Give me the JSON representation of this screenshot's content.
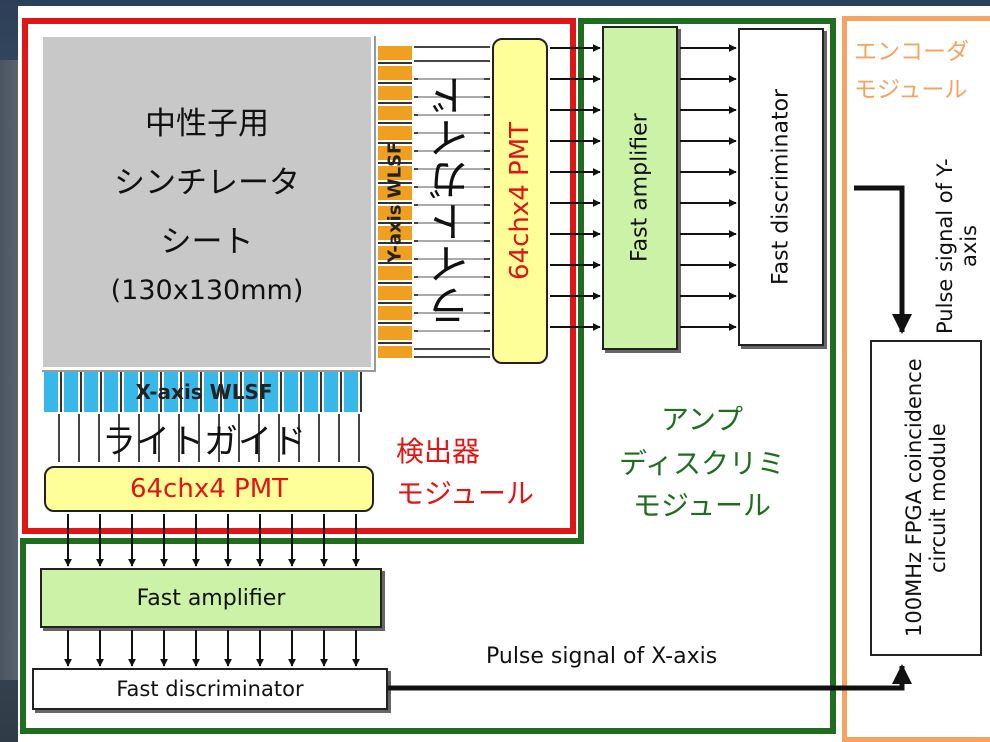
{
  "scintillator": {
    "line1": "中性子用",
    "line2": "シンチレータ",
    "line3": "シート",
    "line4": "(130x130mm)"
  },
  "detector": {
    "y_wlsf": "Y-axis WLSF",
    "x_wlsf": "X-axis WLSF",
    "light_guide_y": "ライトガイド",
    "light_guide_x": "ライトガイド",
    "pmt_y": "64chx4 PMT",
    "pmt_x": "64chx4 PMT",
    "module_label_1": "検出器",
    "module_label_2": "モジュール"
  },
  "amp_disc": {
    "fast_amplifier_y": "Fast amplifier",
    "fast_discriminator_y": "Fast discriminator",
    "fast_amplifier_x": "Fast amplifier",
    "fast_discriminator_x": "Fast discriminator",
    "module_label_1": "アンプ",
    "module_label_2": "ディスクリミ",
    "module_label_3": "モジュール"
  },
  "encoder": {
    "module_label_1": "エンコーダ",
    "module_label_2": "モジュール",
    "pulse_y": "Pulse signal of Y-axis",
    "fpga": "100MHz FPGA coincidence circuit module",
    "pulse_x": "Pulse signal of X-axis"
  },
  "colors": {
    "detector_border": "#e01515",
    "amp_border": "#1f6e1f",
    "encoder_border": "#f4a460",
    "pmt_fill": "#ffff99",
    "amp_fill": "#ccf2a8",
    "wlsf_y_fill": "#f0a020",
    "wlsf_x_fill": "#38b8e8",
    "scint_fill": "#c8c8c8"
  }
}
